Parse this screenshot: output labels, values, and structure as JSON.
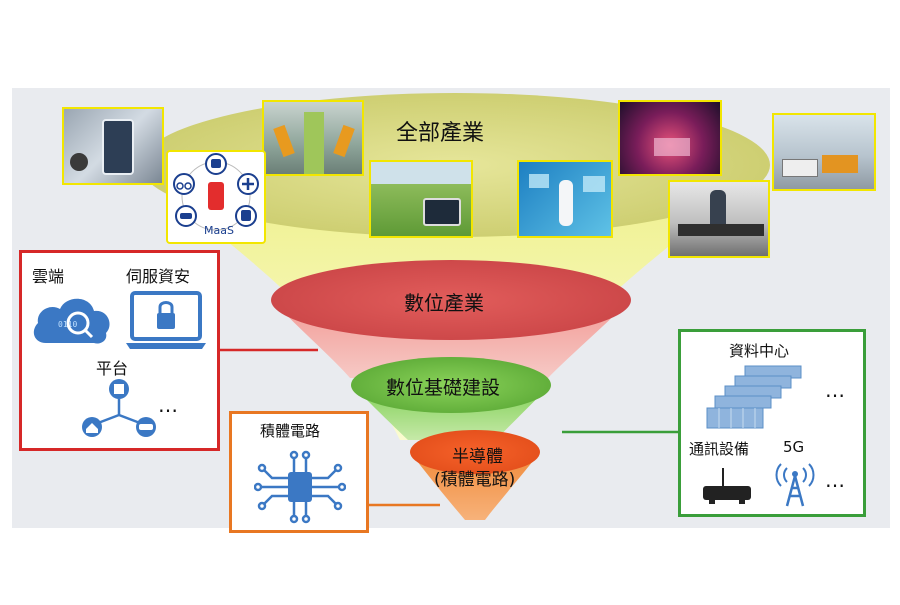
{
  "funnel": {
    "top_label": "全部產業",
    "layer2_label": "數位產業",
    "layer3_label": "數位基礎建設",
    "layer4_label_line1": "半導體",
    "layer4_label_line2": "(積體電路)"
  },
  "left_box": {
    "item1": "雲端",
    "item2": "伺服資安",
    "item3": "平台",
    "ellipsis": "…"
  },
  "ic_box": {
    "title": "積體電路"
  },
  "right_box": {
    "item1": "資料中心",
    "item2": "通訊設備",
    "item3": "5G",
    "ellipsis1": "…",
    "ellipsis2": "…"
  },
  "maas_label": "MaaS",
  "colors": {
    "band": "#e9ebef",
    "top_ellipse": "#d8d878",
    "cone_top": "#f3f39a",
    "red_layer": "#d9534f",
    "green_layer": "#6cbf3c",
    "orange_layer": "#ef6c1e",
    "red_box": "#d62828",
    "orange_box": "#e87722",
    "green_box": "#3a9e3a",
    "icon_blue": "#3b78c4"
  }
}
